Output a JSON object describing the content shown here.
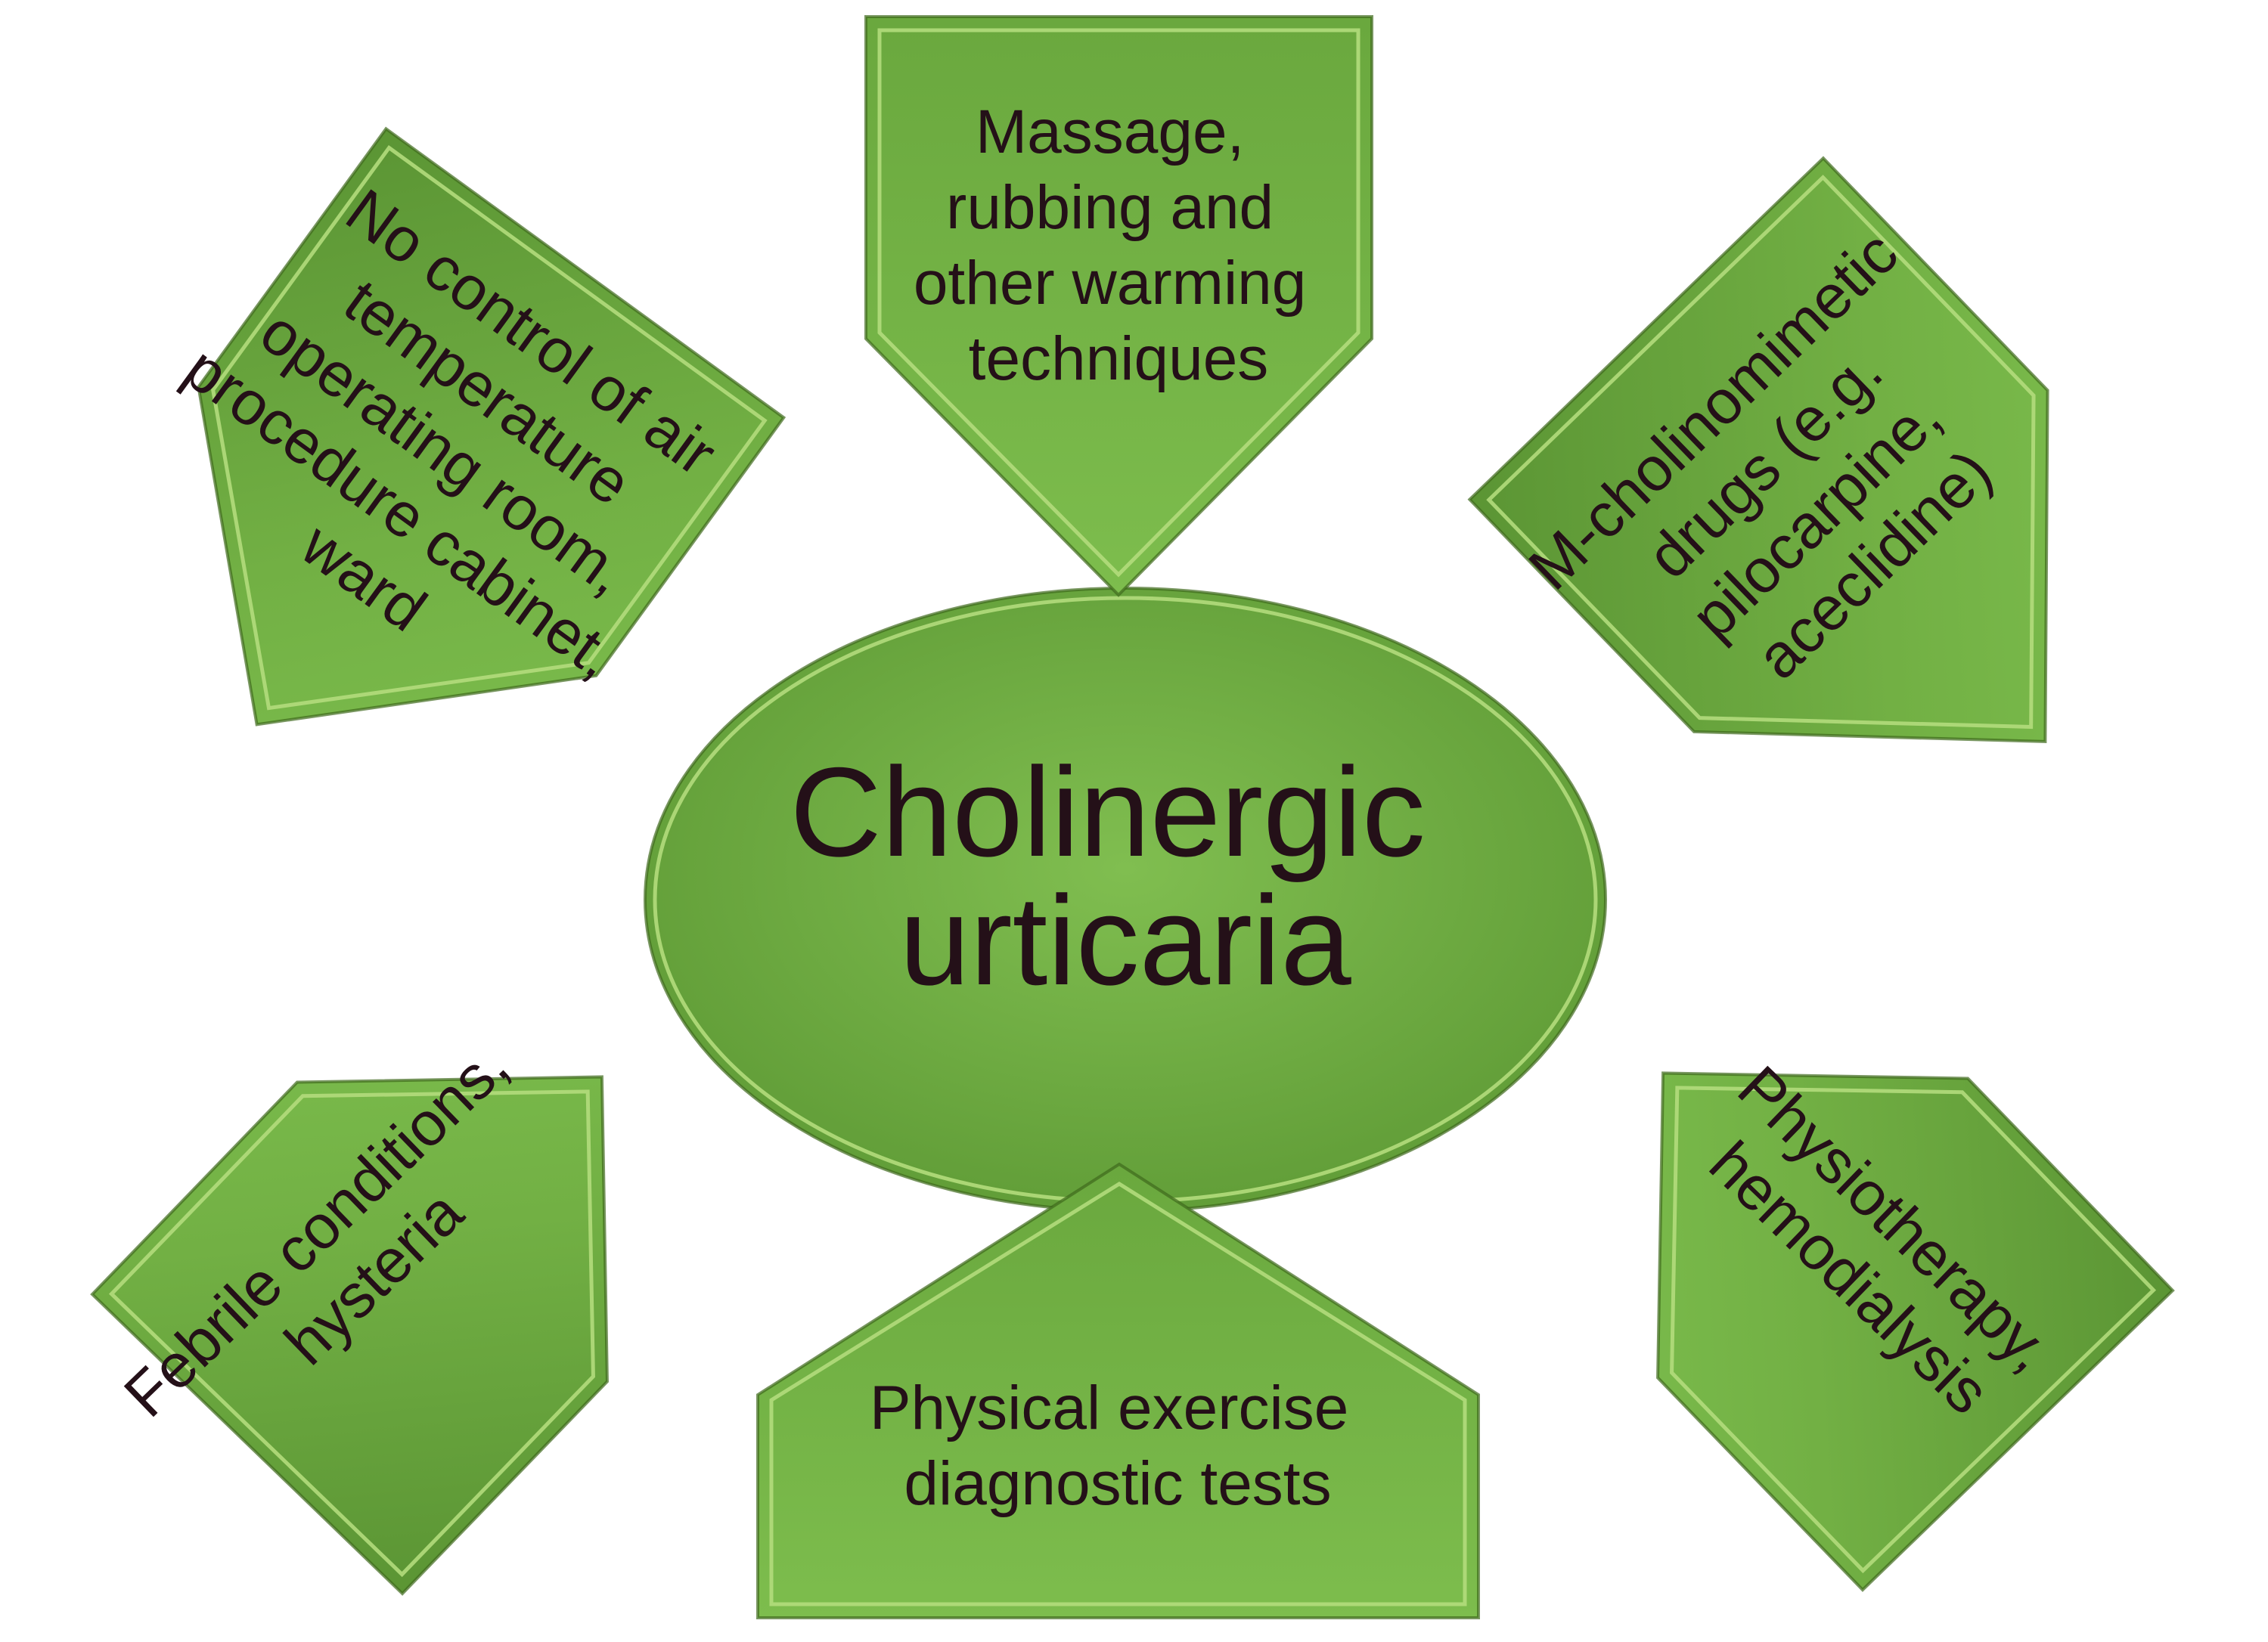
{
  "diagram": {
    "center": {
      "lines": [
        "Cholinergic",
        "urticaria"
      ]
    },
    "triggers": {
      "top": {
        "lines": [
          "Massage,",
          "rubbing and",
          "other warming",
          "techniques"
        ]
      },
      "top_left": {
        "lines": [
          "No control of air",
          "temperature",
          "operating room,",
          "procedure cabinet,",
          "ward"
        ]
      },
      "top_right": {
        "lines": [
          "M-cholinomimetic",
          "drugs (e.g.",
          "pilocarpine,",
          "aceclidine)"
        ]
      },
      "bottom_left": {
        "lines": [
          "Febrile conditions,",
          "hysteria"
        ]
      },
      "bottom": {
        "lines": [
          "Physical exercise",
          "diagnostic tests"
        ]
      },
      "bottom_right": {
        "lines": [
          "Physiotherapy,",
          "hemodialysis"
        ]
      }
    },
    "colors": {
      "fill_light": "#7fbe4f",
      "fill_mid": "#6aa83e",
      "fill_dark": "#4f872b",
      "text": "#241018",
      "background": "#ffffff"
    }
  }
}
